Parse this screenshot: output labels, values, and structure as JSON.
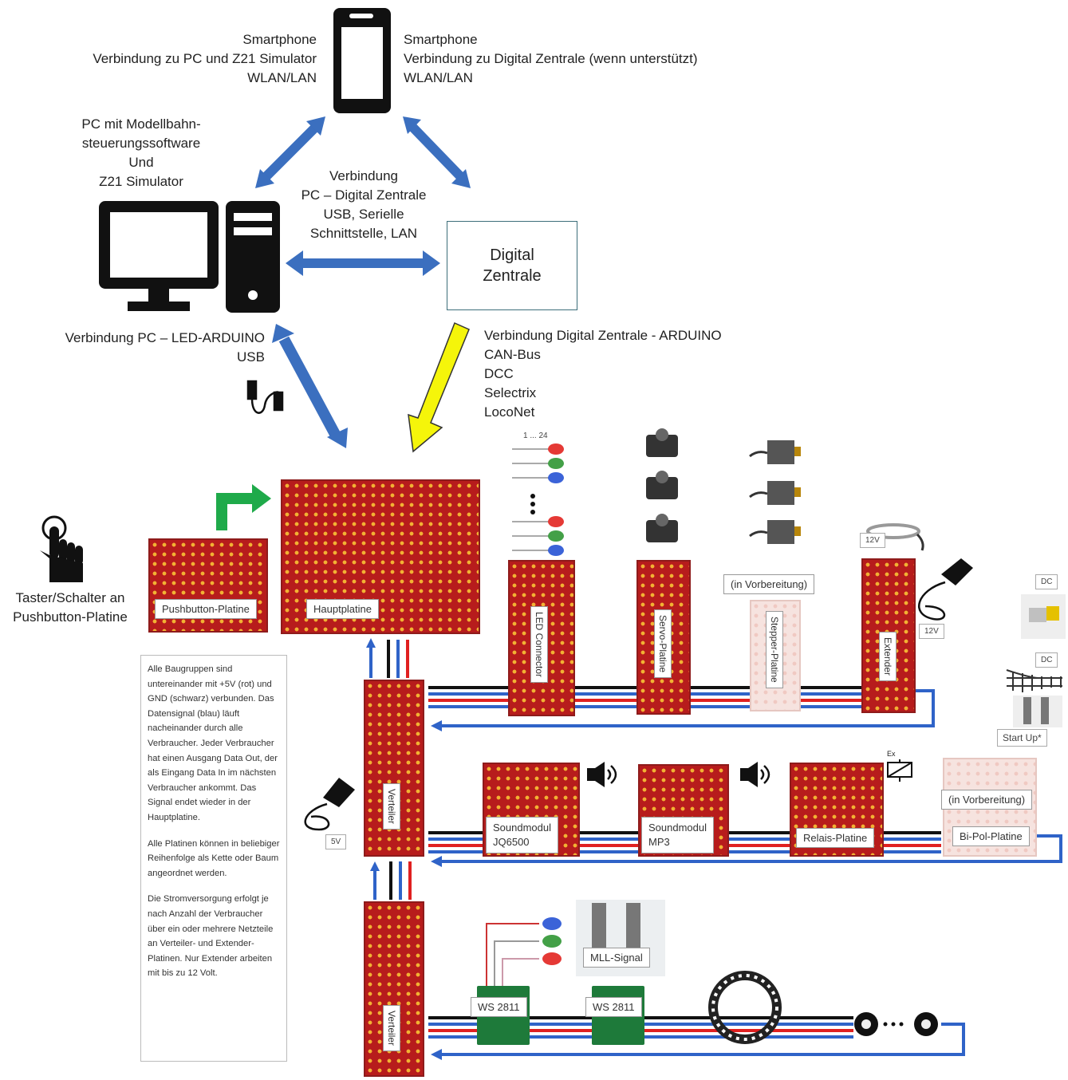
{
  "smartphone_left": [
    "Smartphone",
    "Verbindung zu PC und Z21 Simulator",
    "WLAN/LAN"
  ],
  "smartphone_right": [
    "Smartphone",
    "Verbindung zu Digital Zentrale (wenn unterstützt)",
    "WLAN/LAN"
  ],
  "pc_label": [
    "PC mit Modellbahn-",
    "steuerungssoftware",
    "Und",
    "Z21 Simulator"
  ],
  "pc_dz_connection": [
    "Verbindung",
    "PC – Digital Zentrale",
    "USB, Serielle",
    "Schnittstelle, LAN"
  ],
  "digital_zentrale": "Digital\nZentrale",
  "pc_arduino": [
    "Verbindung PC – LED-ARDUINO",
    "USB"
  ],
  "dz_arduino": [
    "Verbindung Digital Zentrale - ARDUINO",
    "CAN-Bus",
    "DCC",
    "Selectrix",
    "LocoNet"
  ],
  "taster": [
    "Taster/Schalter an",
    "Pushbutton-Platine"
  ],
  "boards": {
    "pushbutton": "Pushbutton-Platine",
    "haupt": "Hauptplatine",
    "led_connector": "LED Connector",
    "servo": "Servo-Platine",
    "stepper": "Stepper-Platine",
    "extender": "Extender",
    "verteiler1": "Verteiler",
    "verteiler2": "Verteiler",
    "sound1": "Soundmodul\nJQ6500",
    "sound2": "Soundmodul\nMP3",
    "relais": "Relais-Platine",
    "bipol": "Bi-Pol-Platine",
    "ws1": "WS 2811",
    "ws2": "WS 2811",
    "mll": "MLL-Signal"
  },
  "in_vorbereitung_1": "(in Vorbereitung)",
  "in_vorbereitung_2": "(in Vorbereitung)",
  "led_range": "1 ... 24",
  "tags": {
    "12v_a": "12V",
    "12v_b": "12V",
    "dc_a": "DC",
    "dc_b": "DC",
    "start_up": "Start Up*",
    "5v": "5V",
    "ex": "Ex"
  },
  "info": [
    "Alle Baugruppen sind untereinander mit +5V (rot) und GND (schwarz) verbunden. Das Datensignal (blau) läuft nacheinander durch alle Verbraucher. Jeder Verbraucher hat einen Ausgang Data Out, der als Eingang Data In im nächsten Verbraucher ankommt. Das Signal endet wieder in der Hauptplatine.",
    "Alle Platinen können in beliebiger Reihenfolge als Kette oder Baum angeordnet werden.",
    "Die Stromversorgung erfolgt je nach Anzahl der Verbraucher über ein oder mehrere Netzteile an Verteiler- und Extender-Platinen. Nur Extender arbeiten mit bis zu 12 Volt."
  ],
  "colors": {
    "arrow_blue": "#3b6fbf",
    "arrow_yellow": "#f5f50a",
    "arrow_green": "#1faa4a",
    "wire_red": "#e02020",
    "wire_blue": "#2f63c8",
    "wire_black": "#111111",
    "pcb_red": "#c62828"
  }
}
